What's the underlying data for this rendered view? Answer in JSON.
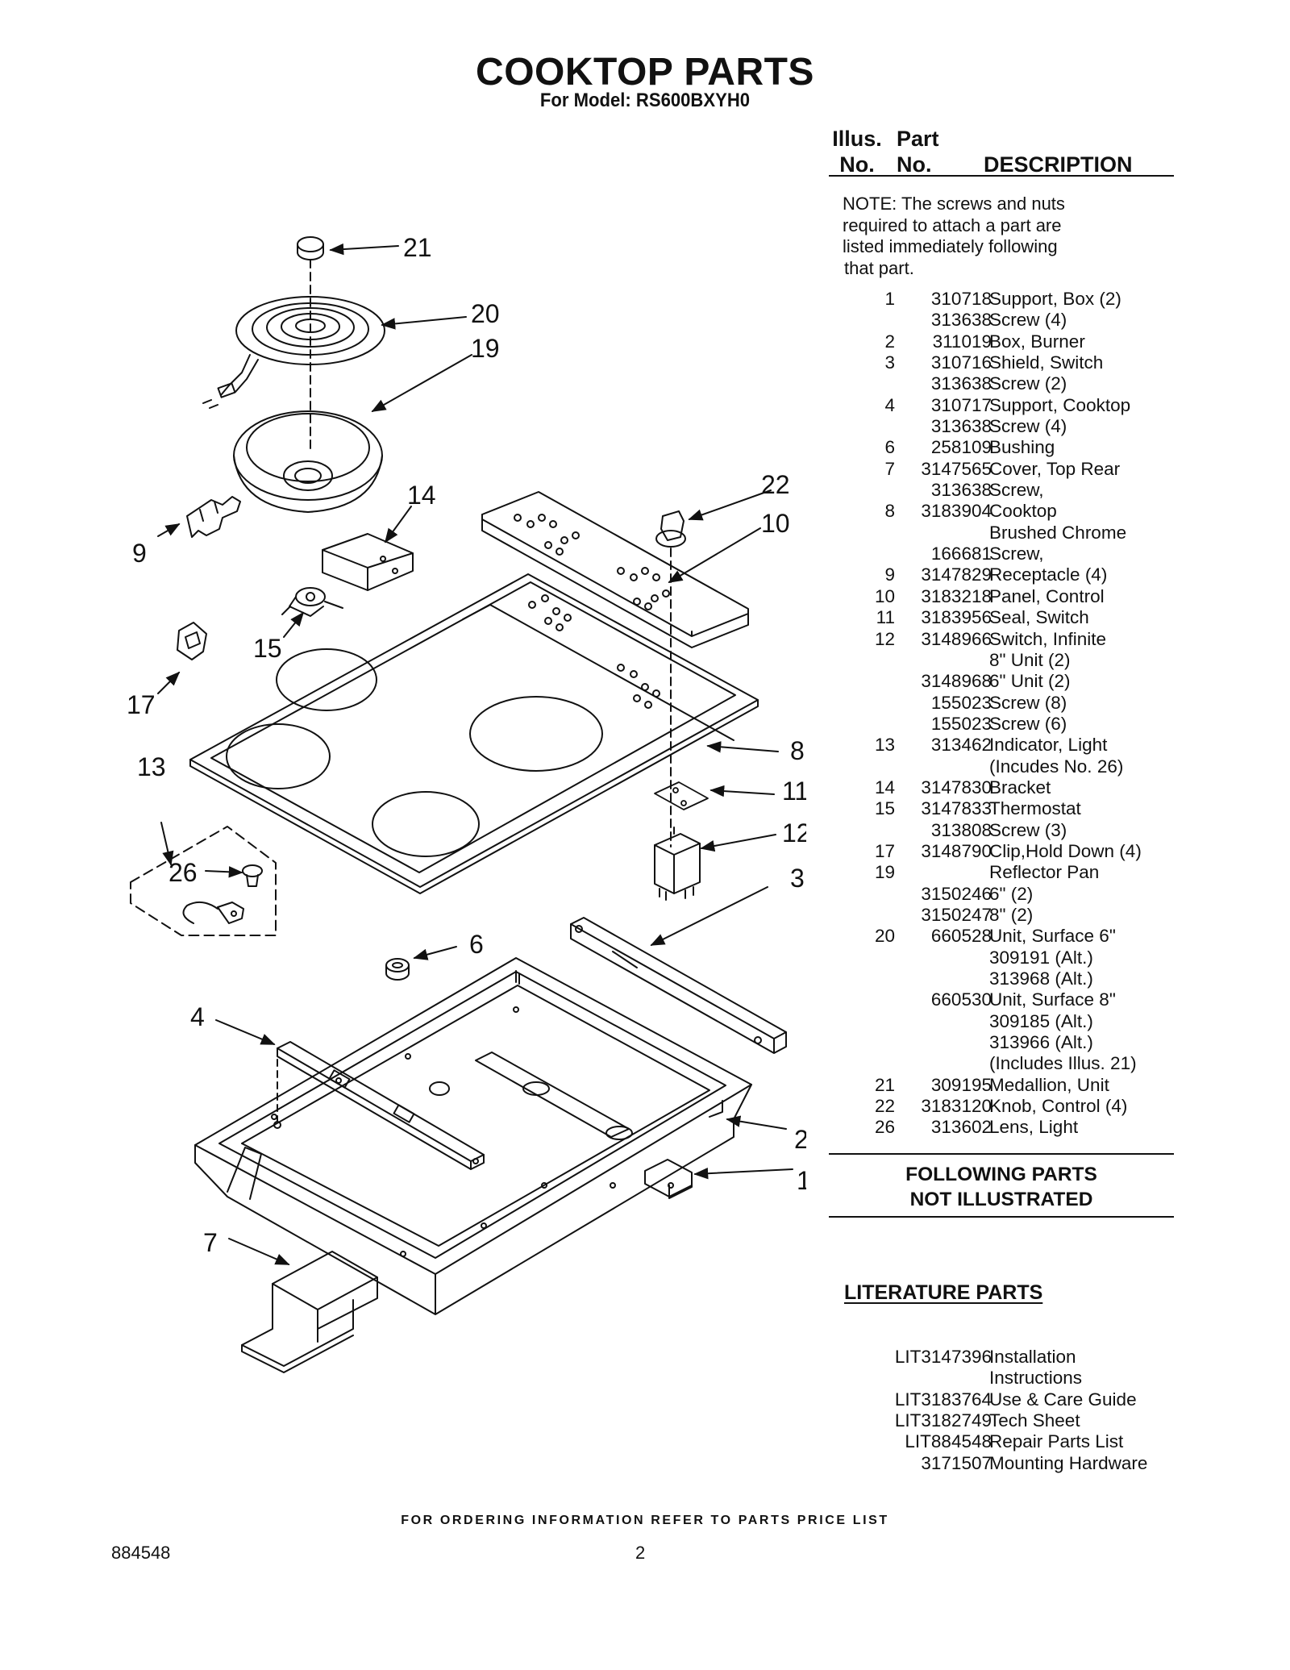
{
  "header": {
    "title": "COOKTOP PARTS",
    "subtitle": "For Model: RS600BXYH0"
  },
  "table_header": {
    "illus_line1": "Illus.",
    "illus_line2": "No.",
    "part_line1": "Part",
    "part_line2": "No.",
    "description": "DESCRIPTION"
  },
  "note": [
    "NOTE: The screws and nuts",
    "required to attach a part are",
    "listed immediately following",
    "that part."
  ],
  "parts": [
    {
      "illus": "1",
      "part": "310718",
      "desc": "Support, Box (2)"
    },
    {
      "illus": "",
      "part": "313638",
      "desc": "Screw (4)"
    },
    {
      "illus": "2",
      "part": "311019",
      "desc": "Box, Burner"
    },
    {
      "illus": "3",
      "part": "310716",
      "desc": "Shield, Switch"
    },
    {
      "illus": "",
      "part": "313638",
      "desc": "Screw (2)"
    },
    {
      "illus": "4",
      "part": "310717",
      "desc": "Support, Cooktop"
    },
    {
      "illus": "",
      "part": "313638",
      "desc": "Screw (4)"
    },
    {
      "illus": "6",
      "part": "258109",
      "desc": "Bushing"
    },
    {
      "illus": "7",
      "part": "3147565",
      "desc": "Cover, Top Rear"
    },
    {
      "illus": "",
      "part": "313638",
      "desc": "Screw,"
    },
    {
      "illus": "8",
      "part": "3183904",
      "desc": "Cooktop"
    },
    {
      "illus": "",
      "part": "",
      "desc": "Brushed Chrome"
    },
    {
      "illus": "",
      "part": "166681",
      "desc": "Screw,"
    },
    {
      "illus": "9",
      "part": "3147829",
      "desc": "Receptacle (4)"
    },
    {
      "illus": "10",
      "part": "3183218",
      "desc": "Panel, Control"
    },
    {
      "illus": "11",
      "part": "3183956",
      "desc": "Seal, Switch"
    },
    {
      "illus": "12",
      "part": "3148966",
      "desc": "Switch, Infinite"
    },
    {
      "illus": "",
      "part": "",
      "desc": "8\" Unit (2)"
    },
    {
      "illus": "",
      "part": "3148968",
      "desc": "6\" Unit (2)"
    },
    {
      "illus": "",
      "part": "155023",
      "desc": "Screw (8)"
    },
    {
      "illus": "",
      "part": "155023",
      "desc": "Screw (6)"
    },
    {
      "illus": "13",
      "part": "313462",
      "desc": "Indicator, Light"
    },
    {
      "illus": "",
      "part": "",
      "desc": "(Incudes No. 26)"
    },
    {
      "illus": "14",
      "part": "3147830",
      "desc": "Bracket"
    },
    {
      "illus": "15",
      "part": "3147833",
      "desc": "Thermostat"
    },
    {
      "illus": "",
      "part": "313808",
      "desc": "Screw (3)"
    },
    {
      "illus": "17",
      "part": "3148790",
      "desc": "Clip,Hold Down (4)"
    },
    {
      "illus": "19",
      "part": "",
      "desc": "Reflector Pan"
    },
    {
      "illus": "",
      "part": "3150246",
      "desc": "6\" (2)"
    },
    {
      "illus": "",
      "part": "3150247",
      "desc": "8\" (2)"
    },
    {
      "illus": "20",
      "part": "660528",
      "desc": "Unit, Surface 6\""
    },
    {
      "illus": "",
      "part": "",
      "desc": "309191 (Alt.)"
    },
    {
      "illus": "",
      "part": "",
      "desc": "313968 (Alt.)"
    },
    {
      "illus": "",
      "part": "660530",
      "desc": "Unit, Surface 8\""
    },
    {
      "illus": "",
      "part": "",
      "desc": "309185 (Alt.)"
    },
    {
      "illus": "",
      "part": "",
      "desc": "313966 (Alt.)"
    },
    {
      "illus": "",
      "part": "",
      "desc": "(Includes Illus. 21)"
    },
    {
      "illus": "21",
      "part": "309195",
      "desc": "Medallion, Unit"
    },
    {
      "illus": "22",
      "part": "3183120",
      "desc": "Knob, Control (4)"
    },
    {
      "illus": "26",
      "part": "313602",
      "desc": "Lens, Light"
    }
  ],
  "following": {
    "line1": "FOLLOWING PARTS",
    "line2": "NOT ILLUSTRATED"
  },
  "literature": {
    "title": "LITERATURE PARTS",
    "items": [
      {
        "part": "LIT3147396",
        "desc": "Installation"
      },
      {
        "part": "",
        "desc": "Instructions"
      },
      {
        "part": "LIT3183764",
        "desc": "Use & Care Guide"
      },
      {
        "part": "LIT3182749",
        "desc": "Tech Sheet"
      },
      {
        "part": "LIT884548",
        "desc": "Repair Parts List"
      },
      {
        "part": "3171507",
        "desc": "Mounting Hardware"
      }
    ]
  },
  "diagram_labels": {
    "l21": "21",
    "l20": "20",
    "l19": "19",
    "l14": "14",
    "l22": "22",
    "l10": "10",
    "l9": "9",
    "l15": "15",
    "l17": "17",
    "l8": "8",
    "l11": "11",
    "l13": "13",
    "l12": "12",
    "l26": "26",
    "l3": "3",
    "l6": "6",
    "l4": "4",
    "l2": "2",
    "l1": "1",
    "l7": "7"
  },
  "footer": {
    "ordering": "FOR ORDERING INFORMATION REFER TO PARTS PRICE LIST",
    "doc_number": "884548",
    "page_number": "2"
  }
}
